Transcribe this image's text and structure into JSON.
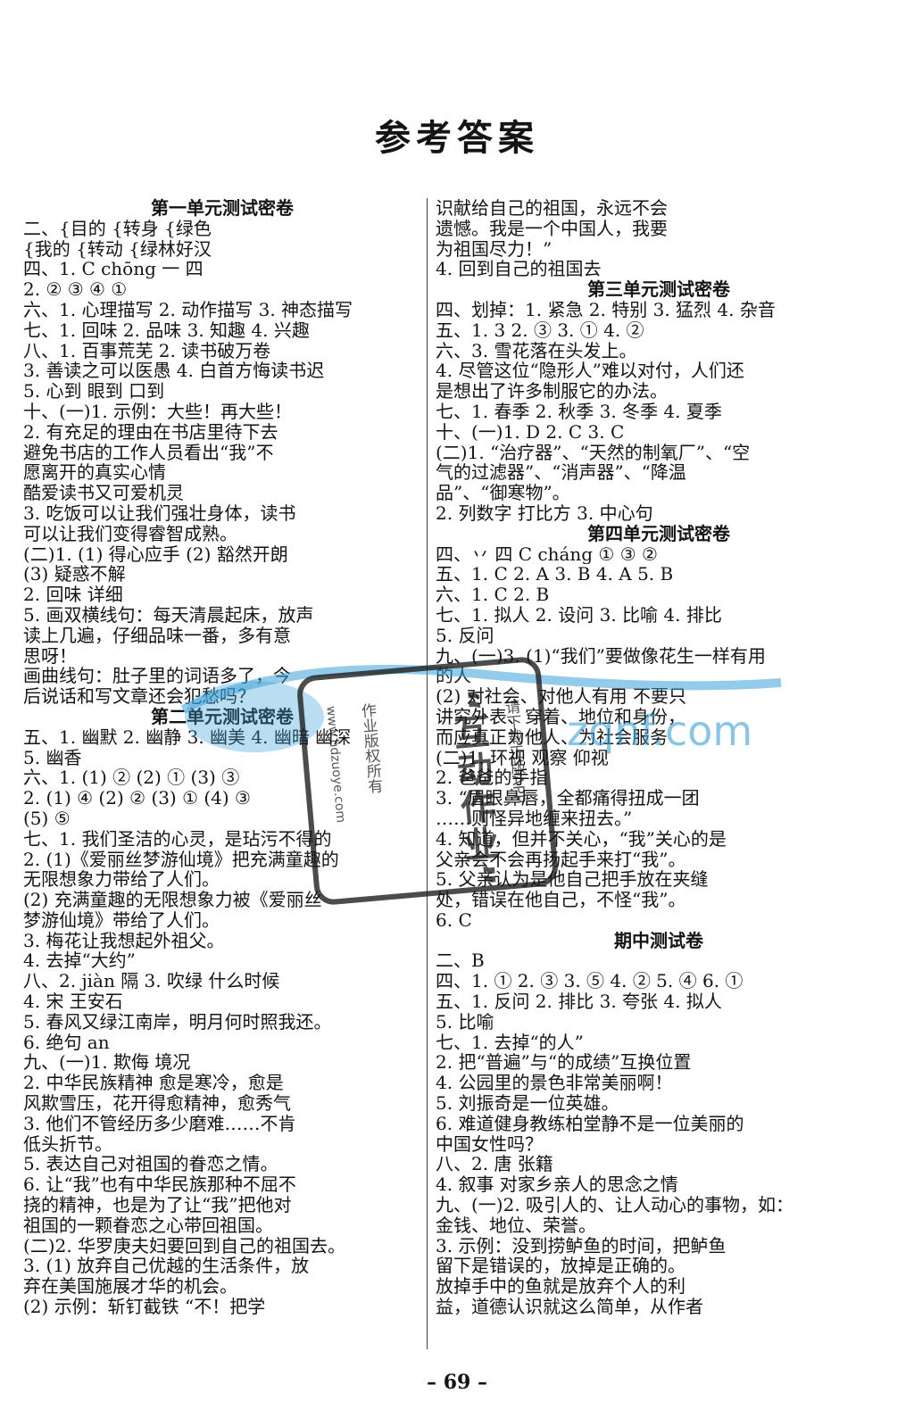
{
  "title": "参考答案",
  "page_number": "– 69 –",
  "watermark": {
    "site_text": "zqnf.com",
    "stamp_main": "“互动作业”",
    "stamp_side1": "请下载正版APP",
    "stamp_side2": "作业版权所有",
    "stamp_side3": "www.hdzuoye.com"
  },
  "left_column": [
    {
      "text": "第一单元测试密卷",
      "heading": true
    },
    {
      "text": "二、{目的      {转身      {绿色"
    },
    {
      "text": "    {我的      {转动      {绿林好汉"
    },
    {
      "text": "四、1. C    chōng    一    四"
    },
    {
      "text": "    2. ②    ③    ④    ①"
    },
    {
      "text": "六、1. 心理描写   2. 动作描写   3. 神态描写"
    },
    {
      "text": "七、1. 回味   2. 品味   3. 知趣   4. 兴趣"
    },
    {
      "text": "八、1. 百事荒芜   2. 读书破万卷"
    },
    {
      "text": "    3. 善读之可以医愚   4. 白首方悔读书迟"
    },
    {
      "text": "    5. 心到    眼到    口到"
    },
    {
      "text": "十、(一)1. 示例：大些！再大些！"
    },
    {
      "text": "          2. 有充足的理由在书店里待下去"
    },
    {
      "text": "             避免书店的工作人员看出“我”不"
    },
    {
      "text": "             愿离开的真实心情"
    },
    {
      "text": "             酷爱读书又可爱机灵"
    },
    {
      "text": "          3. 吃饭可以让我们强壮身体，读书"
    },
    {
      "text": "             可以让我们变得睿智成熟。"
    },
    {
      "text": "    (二)1. (1) 得心应手    (2) 豁然开朗"
    },
    {
      "text": "             (3) 疑惑不解"
    },
    {
      "text": "          2. 回味    详细"
    },
    {
      "text": "          5. 画双横线句：每天清晨起床，放声"
    },
    {
      "text": "             读上几遍，仔细品味一番，多有意"
    },
    {
      "text": "             思呀！"
    },
    {
      "text": "             画曲线句：肚子里的词语多了，今"
    },
    {
      "text": "             后说话和写文章还会犯愁吗？"
    },
    {
      "text": "第二单元测试密卷",
      "heading": true
    },
    {
      "text": "五、1. 幽默   2. 幽静   3. 幽美   4. 幽暗   幽深"
    },
    {
      "text": "    5. 幽香"
    },
    {
      "text": "六、1. (1) ②   (2) ①   (3) ③"
    },
    {
      "text": "    2. (1) ④   (2) ②   (3) ①   (4) ③"
    },
    {
      "text": "       (5) ⑤"
    },
    {
      "text": "七、1. 我们圣洁的心灵，是玷污不得的"
    },
    {
      "text": "    2. (1)《爱丽丝梦游仙境》把充满童趣的"
    },
    {
      "text": "          无限想象力带给了人们。"
    },
    {
      "text": "       (2) 充满童趣的无限想象力被《爱丽丝"
    },
    {
      "text": "          梦游仙境》带给了人们。"
    },
    {
      "text": "    3. 梅花让我想起外祖父。"
    },
    {
      "text": "    4. 去掉“大约”"
    },
    {
      "text": "八、2. jiàn    隔    3. 吹绿    什么时候"
    },
    {
      "text": "    4. 宋    王安石"
    },
    {
      "text": "    5. 春风又绿江南岸，明月何时照我还。"
    },
    {
      "text": "    6. 绝句    an"
    },
    {
      "text": "九、(一)1. 欺侮    境况"
    },
    {
      "text": "          2. 中华民族精神    愈是寒冷，愈是"
    },
    {
      "text": "             风欺雪压，花开得愈精神，愈秀气"
    },
    {
      "text": "          3. 他们不管经历多少磨难……不肯"
    },
    {
      "text": "             低头折节。"
    },
    {
      "text": "          5. 表达自己对祖国的眷恋之情。"
    },
    {
      "text": "          6. 让“我”也有中华民族那种不屈不"
    },
    {
      "text": "             挠的精神，也是为了让“我”把他对"
    },
    {
      "text": "             祖国的一颗眷恋之心带回祖国。"
    },
    {
      "text": "    (二)2. 华罗庚夫妇要回到自己的祖国去。"
    },
    {
      "text": "          3. (1) 放弃自己优越的生活条件，放"
    },
    {
      "text": "                弃在美国施展才华的机会。"
    },
    {
      "text": "             (2) 示例：斩钉截铁    “不！把学"
    }
  ],
  "right_column": [
    {
      "text": "          识献给自己的祖国，永远不会"
    },
    {
      "text": "          遗憾。我是一个中国人，我要"
    },
    {
      "text": "          为祖国尽力！”"
    },
    {
      "text": "    4. 回到自己的祖国去"
    },
    {
      "text": "第三单元测试密卷",
      "heading": true
    },
    {
      "text": "四、划掉：1. 紧急   2. 特别   3. 猛烈   4. 杂音"
    },
    {
      "text": "五、1. 3   2. ③   3. ①   4. ②"
    },
    {
      "text": "六、3. 雪花落在头发上。"
    },
    {
      "text": "    4. 尽管这位“隐形人”难以对付，人们还"
    },
    {
      "text": "       是想出了许多制服它的办法。"
    },
    {
      "text": "七、1. 春季   2. 秋季   3. 冬季   4. 夏季"
    },
    {
      "text": "十、(一)1. D   2. C   3. C"
    },
    {
      "text": "    (二)1. “治疗器”、“天然的制氧厂”、“空"
    },
    {
      "text": "          气的过滤器”、“消声器”、“降温"
    },
    {
      "text": "          品”、“御寒物”。"
    },
    {
      "text": "       2. 列数字    打比方    3. 中心句"
    },
    {
      "text": "第四单元测试密卷",
      "heading": true
    },
    {
      "text": "四、丷    四    C    cháng   ①   ③   ②"
    },
    {
      "text": "五、1. C   2. A   3. B   4. A   5. B"
    },
    {
      "text": "六、1. C   2. B"
    },
    {
      "text": "七、1. 拟人   2. 设问   3. 比喻   4. 排比"
    },
    {
      "text": "    5. 反问"
    },
    {
      "text": "九、(一)3. (1)“我们”要做像花生一样有用"
    },
    {
      "text": "                的人"
    },
    {
      "text": "             (2) 对社会、对他人有用    不要只"
    },
    {
      "text": "                讲究外表、穿着、地位和身份，"
    },
    {
      "text": "                而应真正为他人、为社会服务"
    },
    {
      "text": "    (二)1. 环视    观察    仰视"
    },
    {
      "text": "       2. 爸爸的手指"
    },
    {
      "text": "       3. “眉眼鼻唇，全都痛得扭成一团"
    },
    {
      "text": "          ……则怪异地缠来扭去。”"
    },
    {
      "text": "       4. 知道，但并不关心，“我”关心的是"
    },
    {
      "text": "          父亲会不会再扬起手来打“我”。"
    },
    {
      "text": "       5. 父亲认为是他自己把手放在夹缝"
    },
    {
      "text": "          处，错误在他自己，不怪“我”。"
    },
    {
      "text": "       6. C"
    },
    {
      "text": "期中测试卷",
      "heading": true
    },
    {
      "text": "二、B"
    },
    {
      "text": "四、1. ①   2. ③   3. ⑤   4. ②   5. ④   6. ①"
    },
    {
      "text": "五、1. 反问   2. 排比   3. 夸张   4. 拟人"
    },
    {
      "text": "    5. 比喻"
    },
    {
      "text": "七、1. 去掉“的人”"
    },
    {
      "text": "    2. 把“普遍”与“的成绩”互换位置"
    },
    {
      "text": "    4. 公园里的景色非常美丽啊！"
    },
    {
      "text": "    5. 刘振奇是一位英雄。"
    },
    {
      "text": "    6. 难道健身教练柏堂静不是一位美丽的"
    },
    {
      "text": "       中国女性吗？"
    },
    {
      "text": "八、2. 唐    张籍"
    },
    {
      "text": "    4. 叙事    对家乡亲人的思念之情"
    },
    {
      "text": "九、(一)2. 吸引人的、让人动心的事物，如："
    },
    {
      "text": "          金钱、地位、荣誉。"
    },
    {
      "text": "       3. 示例：没到捞鲈鱼的时间，把鲈鱼"
    },
    {
      "text": "          留下是错误的，放掉是正确的。"
    },
    {
      "text": "          放掉手中的鱼就是放弃个人的利"
    },
    {
      "text": "          益，道德认识就这么简单，从作者"
    }
  ],
  "colors": {
    "text": "#141414",
    "watermark_blue": "#3aa0d8",
    "stamp": "#1a1a1a"
  }
}
